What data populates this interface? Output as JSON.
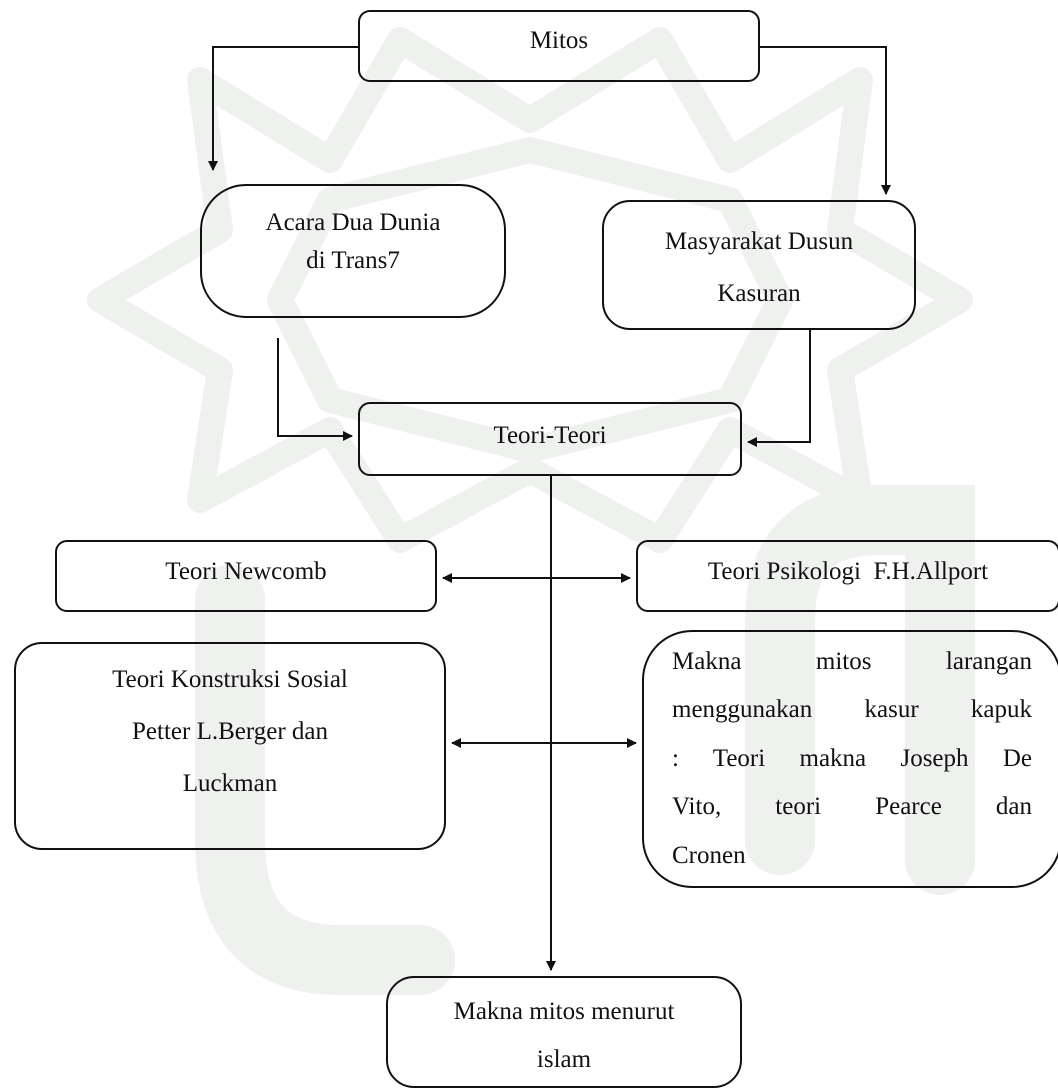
{
  "diagram": {
    "nodes": {
      "mitos": {
        "lines": [
          "Mitos"
        ]
      },
      "acara": {
        "lines": [
          "Acara Dua Dunia",
          "di Trans7"
        ]
      },
      "masyarakat": {
        "lines": [
          "Masyarakat Dusun",
          "Kasuran"
        ]
      },
      "teori_teori": {
        "lines": [
          "Teori-Teori"
        ]
      },
      "newcomb": {
        "lines": [
          "Teori Newcomb"
        ]
      },
      "psikologi": {
        "lines": [
          "Teori Psikologi  F.H.Allport"
        ]
      },
      "konstruksi": {
        "lines": [
          "Teori Konstruksi Sosial",
          "Petter L.Berger dan",
          "Luckman"
        ]
      },
      "makna_larangan": {
        "lines": [
          "Makna mitos larangan",
          "menggunakan kasur kapuk",
          ": Teori makna Joseph De",
          "Vito, teori Pearce dan",
          "Cronen"
        ]
      },
      "makna_islam": {
        "lines": [
          "Makna mitos menurut",
          "islam"
        ]
      }
    },
    "edges": [
      {
        "from": "mitos",
        "to": "acara"
      },
      {
        "from": "mitos",
        "to": "masyarakat"
      },
      {
        "from": "acara",
        "to": "teori_teori"
      },
      {
        "from": "masyarakat",
        "to": "teori_teori"
      },
      {
        "from": "teori_teori",
        "to": "makna_islam"
      },
      {
        "from": "newcomb",
        "to": "psikologi",
        "bidirectional": true
      },
      {
        "from": "konstruksi",
        "to": "makna_larangan",
        "bidirectional": true
      }
    ],
    "colors": {
      "stroke": "#111111",
      "watermark": "#eef1ee"
    }
  }
}
